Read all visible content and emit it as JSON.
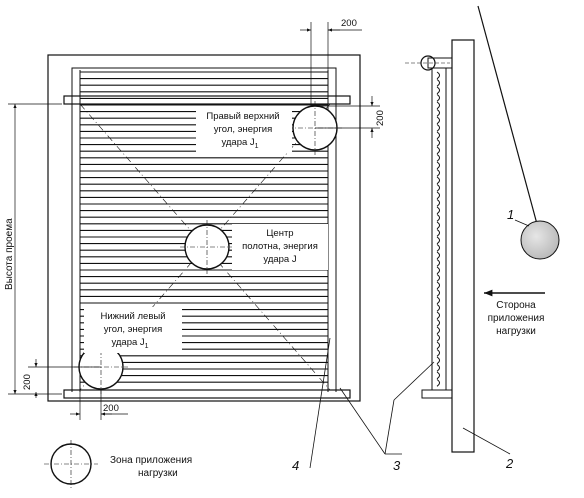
{
  "labels": {
    "top_right_line1": "Правый верхний",
    "top_right_line2": "угол, энергия",
    "top_right_line3": "удара J",
    "top_right_sub": "1",
    "center_line1": "Центр",
    "center_line2": "полотна, энергия",
    "center_line3": "удара J",
    "bottom_left_line1": "Нижний левый",
    "bottom_left_line2": "угол, энергия",
    "bottom_left_line3": "удара J",
    "bottom_left_sub": "1",
    "opening_height": "Высота проема",
    "load_side_line1": "Сторона",
    "load_side_line2": "приложения",
    "load_side_line3": "нагрузки",
    "legend_line1": "Зона приложения",
    "legend_line2": "нагрузки"
  },
  "dimensions": {
    "top_200": "200",
    "right_200": "200",
    "left_200": "200",
    "bottom_200": "200"
  },
  "callouts": [
    "1",
    "2",
    "3",
    "4"
  ],
  "colors": {
    "line": "#111111",
    "impact_body": "#cfcfcf"
  }
}
